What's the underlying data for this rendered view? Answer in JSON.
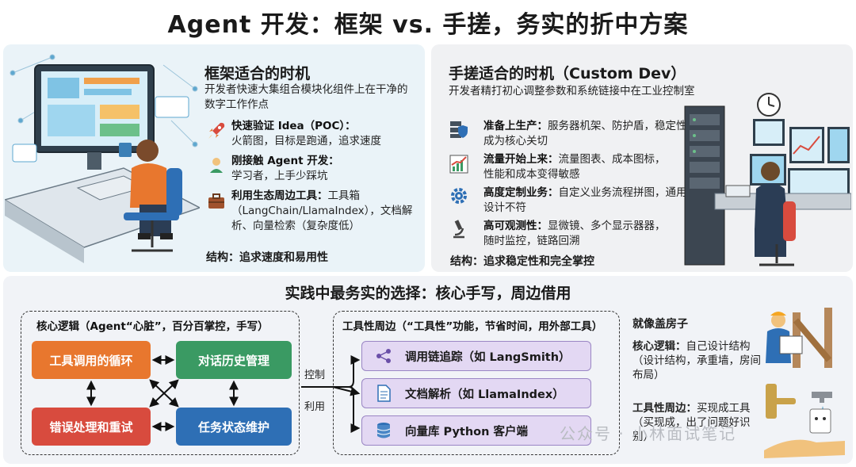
{
  "title": "Agent 开发：框架 vs. 手搓，务实的折中方案",
  "left": {
    "heading": "框架适合的时机",
    "desc": "开发者快速大集组合模块化组件上在干净的数字工作作点",
    "items": [
      {
        "label": "快速验证 Idea（POC）：",
        "text": "火箭图，目标是跑通，追求速度",
        "icon": "rocket-icon"
      },
      {
        "label": "刚接触 Agent 开发：",
        "text": "学习者，上手少踩坑",
        "icon": "learner-icon"
      },
      {
        "label": "利用生态周边工具：",
        "text": "工具箱（LangChain/LlamaIndex），文档解析、向量检索（复杂度低）",
        "icon": "toolbox-icon"
      }
    ],
    "structure": "结构：追求速度和易用性"
  },
  "right": {
    "heading": "手搓适合的时机（Custom Dev）",
    "desc": "开发者精打初心调整参数和系统链接中在工业控制室",
    "items": [
      {
        "label": "准备上生产：",
        "text": "服务器机架、防护盾，稳定性成为核心关切",
        "icon": "server-shield-icon"
      },
      {
        "label": "流量开始上来：",
        "text": "流量图表、成本图标，性能和成本变得敏感",
        "icon": "traffic-chart-icon"
      },
      {
        "label": "高度定制业务：",
        "text": "自定义业务流程拼图，通用设计不符",
        "icon": "gear-icon"
      },
      {
        "label": "高可观测性：",
        "text": "显微镜、多个显示器器，随时监控，链路回溯",
        "icon": "microscope-icon"
      }
    ],
    "structure": "结构：追求稳定性和完全掌控"
  },
  "bottom": {
    "title": "实践中最务实的选择：核心手写，周边借用",
    "core_box_label": "核心逻辑（Agent“心脏”，百分百掌控，手写）",
    "nodes": {
      "loop": "工具调用的循环",
      "history": "对话历史管理",
      "error": "错误处理和重试",
      "state": "任务状态维护"
    },
    "control_label": "控制",
    "use_label": "利用",
    "tool_box_label": "工具性周边（“工具性”功能，节省时间，用外部工具）",
    "tools": [
      {
        "label": "调用链追踪（如 LangSmith）",
        "icon": "trace-icon"
      },
      {
        "label": "文档解析（如 LlamaIndex）",
        "icon": "document-icon"
      },
      {
        "label": "向量库 Python 客户端",
        "icon": "database-icon"
      }
    ],
    "analogy": {
      "title": "就像盖房子",
      "core_label": "核心逻辑：",
      "core_text": "自己设计结构（设计结构，承重墙，房间布局）",
      "tool_label": "工具性周边：",
      "tool_text": "买现成工具（买现成，出了问题好识别）"
    },
    "watermark": "公众号 · 小林面试笔记"
  },
  "colors": {
    "orange": "#e8772e",
    "green": "#3a9a63",
    "red": "#d84b3e",
    "blue": "#2e6fb5",
    "tool_fill": "#e3d8f3"
  }
}
